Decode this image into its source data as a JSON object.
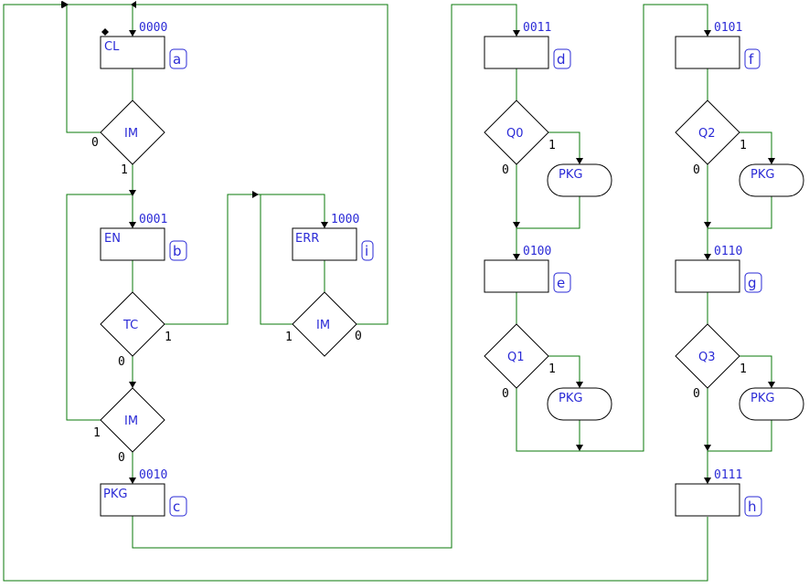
{
  "states": {
    "a": {
      "id": "a",
      "code": "0000",
      "label": "CL"
    },
    "b": {
      "id": "b",
      "code": "0001",
      "label": "EN"
    },
    "c": {
      "id": "c",
      "code": "0010",
      "label": "PKG"
    },
    "d": {
      "id": "d",
      "code": "0011",
      "label": ""
    },
    "e": {
      "id": "e",
      "code": "0100",
      "label": ""
    },
    "f": {
      "id": "f",
      "code": "0101",
      "label": ""
    },
    "g": {
      "id": "g",
      "code": "0110",
      "label": ""
    },
    "h": {
      "id": "h",
      "code": "0111",
      "label": ""
    },
    "i": {
      "id": "i",
      "code": "1000",
      "label": "ERR"
    }
  },
  "decisions": {
    "im_a": {
      "label": "IM",
      "out0": "0",
      "out1": "1"
    },
    "tc_b": {
      "label": "TC",
      "out0": "0",
      "out1": "1"
    },
    "im_b": {
      "label": "IM",
      "out0": "0",
      "out1": "1"
    },
    "im_i": {
      "label": "IM",
      "out0": "0",
      "out1": "1"
    },
    "q0": {
      "label": "Q0",
      "out0": "0",
      "out1": "1"
    },
    "q1": {
      "label": "Q1",
      "out0": "0",
      "out1": "1"
    },
    "q2": {
      "label": "Q2",
      "out0": "0",
      "out1": "1"
    },
    "q3": {
      "label": "Q3",
      "out0": "0",
      "out1": "1"
    }
  },
  "outputs": {
    "pkg_q0": "PKG",
    "pkg_q1": "PKG",
    "pkg_q2": "PKG",
    "pkg_q3": "PKG"
  },
  "colors": {
    "wire": "#0a7a0a",
    "text": "#2a2ad6",
    "outline": "#000000"
  }
}
